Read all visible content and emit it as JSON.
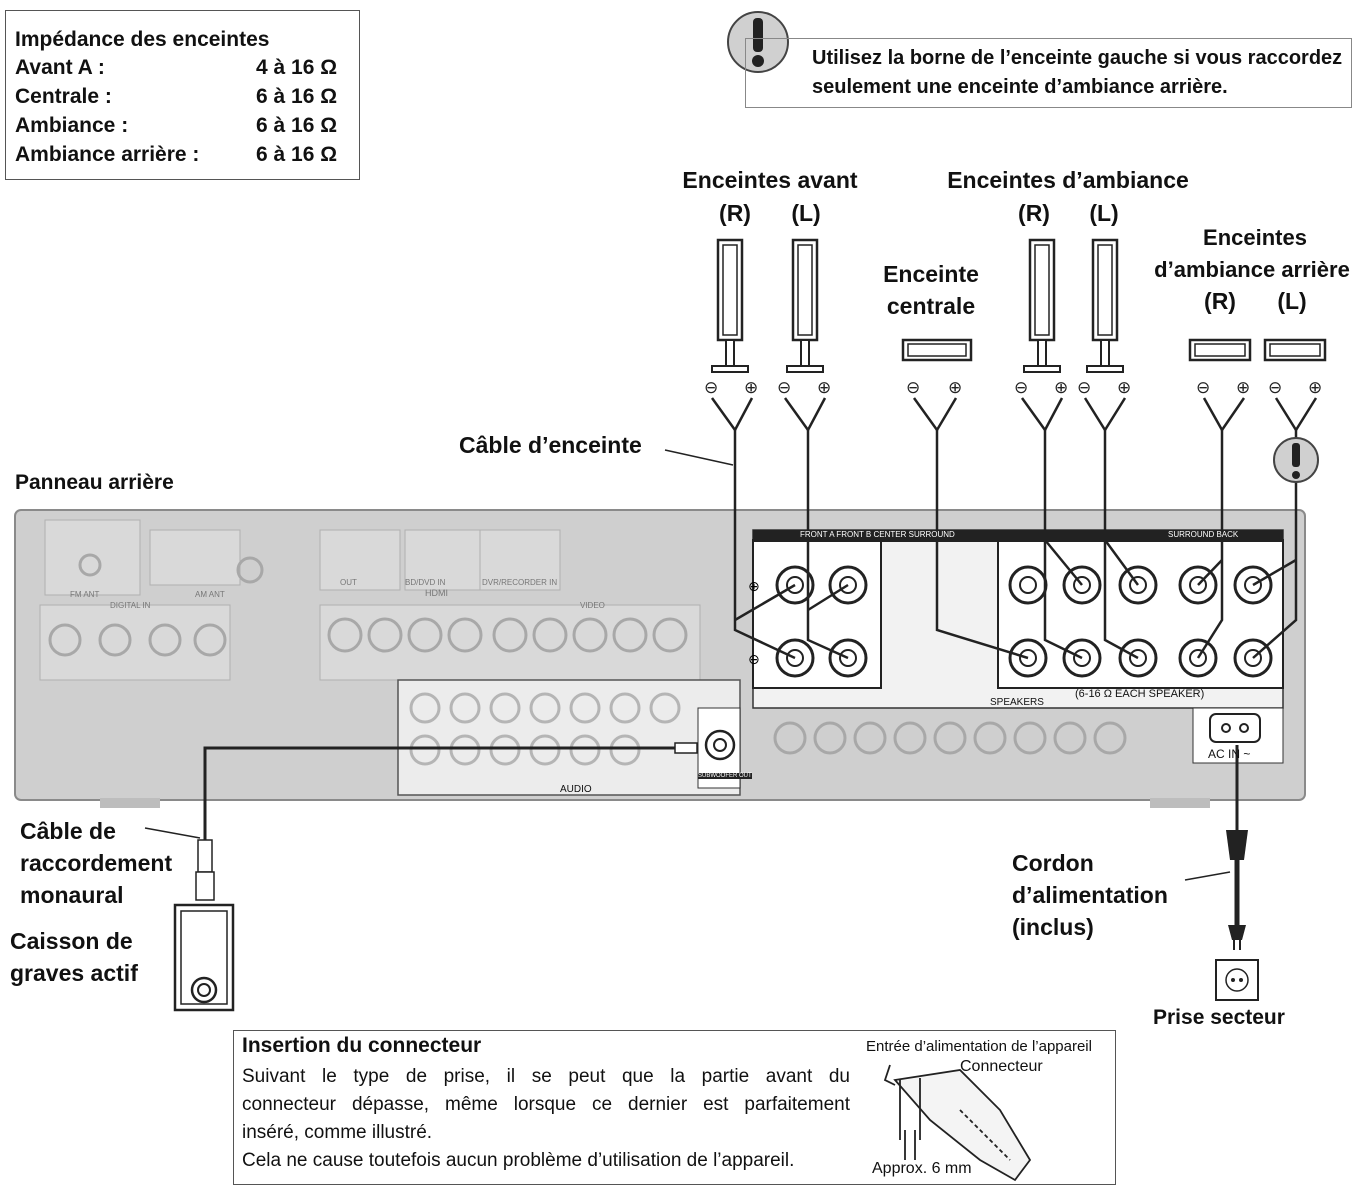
{
  "impedance": {
    "title": "Impédance des enceintes",
    "rows": [
      {
        "label": "Avant A :",
        "value": "4 à 16 Ω"
      },
      {
        "label": "Centrale :",
        "value": "6 à 16 Ω"
      },
      {
        "label": "Ambiance :",
        "value": "6 à 16 Ω"
      },
      {
        "label": "Ambiance arrière :",
        "value": "6 à 16 Ω"
      }
    ]
  },
  "caution": {
    "line1": "Utilisez la borne de l’enceinte gauche si vous raccordez",
    "line2": "seulement une enceinte d’ambiance arrière."
  },
  "speakers": {
    "front": "Enceintes avant",
    "front_r": "(R)",
    "front_l": "(L)",
    "center_line1": "Enceinte",
    "center_line2": "centrale",
    "surround": "Enceintes d’ambiance",
    "surround_r": "(R)",
    "surround_l": "(L)",
    "back_line1": "Enceintes",
    "back_line2": "d’ambiance arrière",
    "back_r": "(R)",
    "back_l": "(L)"
  },
  "labels": {
    "speaker_cable": "Câble d’enceinte",
    "rear_panel": "Panneau arrière",
    "mono_cable_1": "Câble de",
    "mono_cable_2": "raccordement",
    "mono_cable_3": "monaural",
    "subwoofer_1": "Caisson de",
    "subwoofer_2": "graves actif",
    "power_cord_1": "Cordon",
    "power_cord_2": "d’alimentation",
    "power_cord_3": "(inclus)",
    "outlet": "Prise secteur"
  },
  "panel": {
    "front_a": "FRONT A FRONT B CENTER SURROUND",
    "surround_back": "SURROUND BACK",
    "speakers": "SPEAKERS",
    "each_speaker": "(6-16 Ω EACH SPEAKER)",
    "ac_in": "AC IN ~",
    "audio": "AUDIO",
    "hdmi": "HDMI",
    "hdmi_out": "OUT",
    "hdmi_in1": "BD/DVD IN",
    "hdmi_in2": "DVR/RECORDER IN",
    "antenna": "FM ANT",
    "am": "AM ANT",
    "digital_in": "DIGITAL IN",
    "video": "VIDEO",
    "subwoofer_out": "SUBWOOFER OUT"
  },
  "insertion": {
    "title": "Insertion du connecteur",
    "line1": "Suivant le type de prise, il se peut que la partie avant du",
    "line2": "connecteur dépasse, même lorsque ce dernier est parfaitement",
    "line3": "inséré, comme illustré.",
    "line4": "Cela ne cause toutefois aucun problème d’utilisation de l’appareil.",
    "inlet_label": "Entrée d’alimentation de l’appareil",
    "connector_label": "Connecteur",
    "approx_label": "Approx. 6 mm"
  },
  "colors": {
    "panel": "#c9c9c9",
    "panel_dark": "#9a9a9a",
    "line": "#222222"
  }
}
